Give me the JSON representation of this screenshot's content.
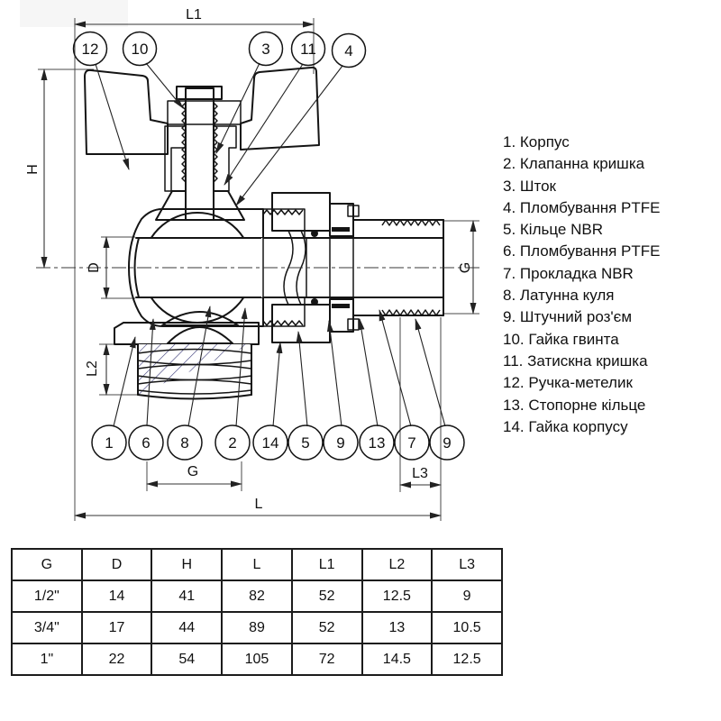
{
  "drawing": {
    "dim_labels": {
      "l1": "L1",
      "h": "H",
      "d": "D",
      "l2": "L2",
      "g_bottom": "G",
      "l3": "L3",
      "l": "L",
      "g_right": "G"
    },
    "top_callouts": [
      "12",
      "10",
      "3",
      "11",
      "4"
    ],
    "bottom_callouts": [
      "1",
      "6",
      "8",
      "2",
      "14",
      "5",
      "9",
      "13",
      "7",
      "9"
    ]
  },
  "parts_list": {
    "items": [
      "1. Корпус",
      "2. Клапанна кришка",
      "3. Шток",
      "4. Пломбування PTFE",
      "5. Кільце NBR",
      "6. Пломбування PTFE",
      "7. Прокладка NBR",
      "8. Латунна куля",
      "9. Штучний роз'єм",
      "10. Гайка гвинта",
      "11. Затискна кришка",
      "12. Ручка-метелик",
      "13. Стопорне кільце",
      "14. Гайка корпусу"
    ]
  },
  "table": {
    "headers": [
      "G",
      "D",
      "H",
      "L",
      "L1",
      "L2",
      "L3"
    ],
    "rows": [
      [
        "1/2\"",
        "14",
        "41",
        "82",
        "52",
        "12.5",
        "9"
      ],
      [
        "3/4\"",
        "17",
        "44",
        "89",
        "52",
        "13",
        "10.5"
      ],
      [
        "1\"",
        "22",
        "54",
        "105",
        "72",
        "14.5",
        "12.5"
      ]
    ]
  }
}
